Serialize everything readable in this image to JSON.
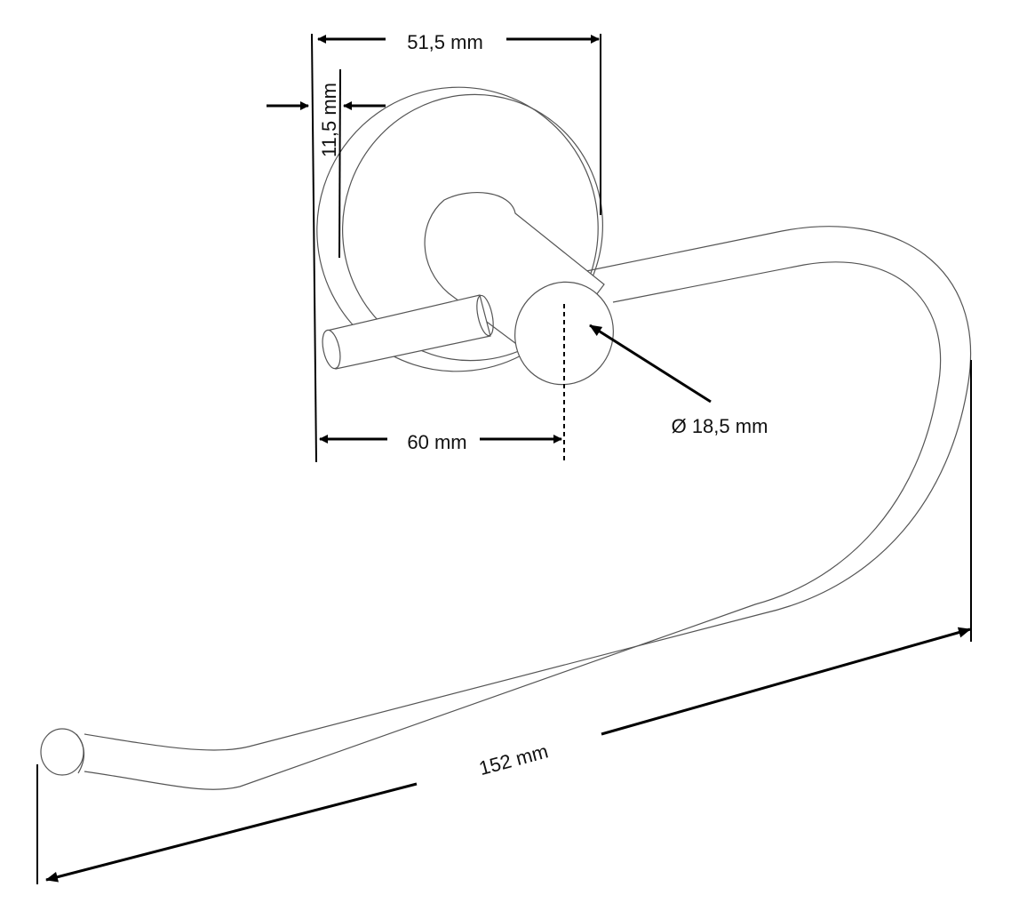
{
  "drawing": {
    "dimensions": {
      "base_width": "51,5 mm",
      "base_depth": "11,5 mm",
      "projection": "60 mm",
      "diameter": "Ø 18,5 mm",
      "total_length": "152 mm"
    },
    "colors": {
      "line": "#000000",
      "outline": "#555555",
      "background": "#ffffff"
    }
  }
}
